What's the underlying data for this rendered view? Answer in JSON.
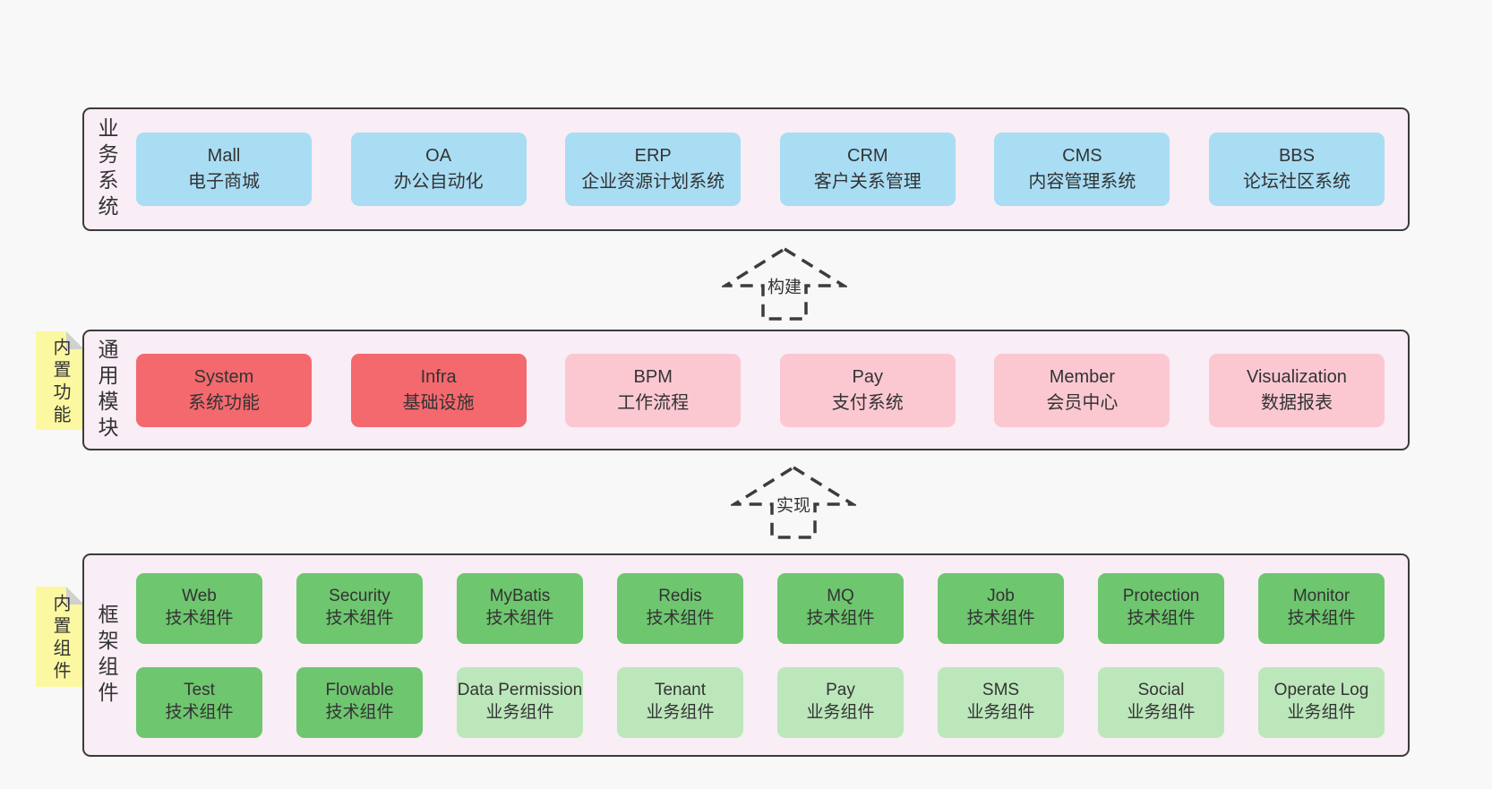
{
  "arrows": {
    "build": "构建",
    "implement": "实现"
  },
  "business": {
    "label": "业务系统",
    "boxes": [
      {
        "name": "Mall",
        "desc": "电子商城"
      },
      {
        "name": "OA",
        "desc": "办公自动化"
      },
      {
        "name": "ERP",
        "desc": "企业资源计划系统"
      },
      {
        "name": "CRM",
        "desc": "客户关系管理"
      },
      {
        "name": "CMS",
        "desc": "内容管理系统"
      },
      {
        "name": "BBS",
        "desc": "论坛社区系统"
      }
    ]
  },
  "modules": {
    "label": "通用模块",
    "tab": "内置功能",
    "boxes": [
      {
        "name": "System",
        "desc": "系统功能"
      },
      {
        "name": "Infra",
        "desc": "基础设施"
      },
      {
        "name": "BPM",
        "desc": "工作流程"
      },
      {
        "name": "Pay",
        "desc": "支付系统"
      },
      {
        "name": "Member",
        "desc": "会员中心"
      },
      {
        "name": "Visualization",
        "desc": "数据报表"
      }
    ]
  },
  "framework": {
    "label": "框架组件",
    "tab": "内置组件",
    "row1": [
      {
        "name": "Web",
        "desc": "技术组件"
      },
      {
        "name": "Security",
        "desc": "技术组件"
      },
      {
        "name": "MyBatis",
        "desc": "技术组件"
      },
      {
        "name": "Redis",
        "desc": "技术组件"
      },
      {
        "name": "MQ",
        "desc": "技术组件"
      },
      {
        "name": "Job",
        "desc": "技术组件"
      },
      {
        "name": "Protection",
        "desc": "技术组件"
      },
      {
        "name": "Monitor",
        "desc": "技术组件"
      }
    ],
    "row2": [
      {
        "name": "Test",
        "desc": "技术组件"
      },
      {
        "name": "Flowable",
        "desc": "技术组件"
      },
      {
        "name": "Data Permission",
        "desc": "业务组件"
      },
      {
        "name": "Tenant",
        "desc": "业务组件"
      },
      {
        "name": "Pay",
        "desc": "业务组件"
      },
      {
        "name": "SMS",
        "desc": "业务组件"
      },
      {
        "name": "Social",
        "desc": "业务组件"
      },
      {
        "name": "Operate Log",
        "desc": "业务组件"
      }
    ]
  },
  "colors": {
    "page_bg": "#f8f8f8",
    "section_bg": "#f9edf6",
    "section_border": "#3b3b3b",
    "business_box": "#a9ddf4",
    "module_core_box": "#f4696e",
    "module_box": "#fbc8d2",
    "tech_component_box": "#6ec66f",
    "biz_component_box": "#bce7bb",
    "sticky_tab": "#fbf8a1",
    "sticky_fold": "#d0d0d0",
    "text": "#333333"
  }
}
